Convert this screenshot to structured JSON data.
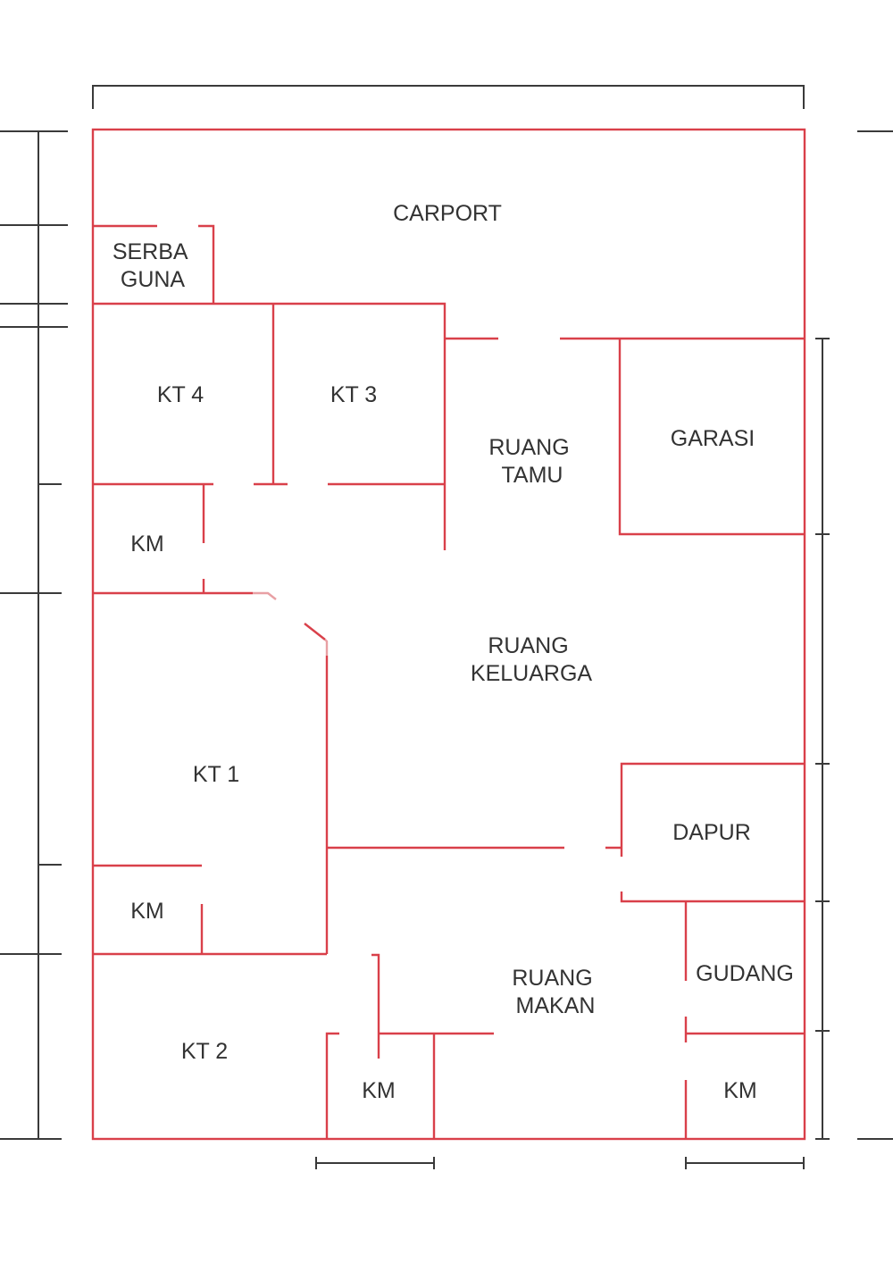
{
  "plan": {
    "title": "Floor plan",
    "wall_color": "#d9404a",
    "dimension_color": "#3a3a3a",
    "text_color": "#333333"
  },
  "rooms": [
    {
      "id": "carport",
      "lines": [
        "CARPORT"
      ]
    },
    {
      "id": "serba-guna",
      "lines": [
        "SERBA",
        "GUNA"
      ]
    },
    {
      "id": "kt4",
      "lines": [
        "KT 4"
      ]
    },
    {
      "id": "kt3",
      "lines": [
        "KT 3"
      ]
    },
    {
      "id": "ruang-tamu",
      "lines": [
        "RUANG",
        "TAMU"
      ]
    },
    {
      "id": "garasi",
      "lines": [
        "GARASI"
      ]
    },
    {
      "id": "km-upper-left",
      "lines": [
        "KM"
      ]
    },
    {
      "id": "ruang-keluarga",
      "lines": [
        "RUANG",
        "KELUARGA"
      ]
    },
    {
      "id": "kt1",
      "lines": [
        "KT 1"
      ]
    },
    {
      "id": "dapur",
      "lines": [
        "DAPUR"
      ]
    },
    {
      "id": "km-left",
      "lines": [
        "KM"
      ]
    },
    {
      "id": "gudang",
      "lines": [
        "GUDANG"
      ]
    },
    {
      "id": "ruang-makan",
      "lines": [
        "RUANG",
        "MAKAN"
      ]
    },
    {
      "id": "kt2",
      "lines": [
        "KT 2"
      ]
    },
    {
      "id": "km-bottom-center",
      "lines": [
        "KM"
      ]
    },
    {
      "id": "km-bottom-right",
      "lines": [
        "KM"
      ]
    }
  ]
}
